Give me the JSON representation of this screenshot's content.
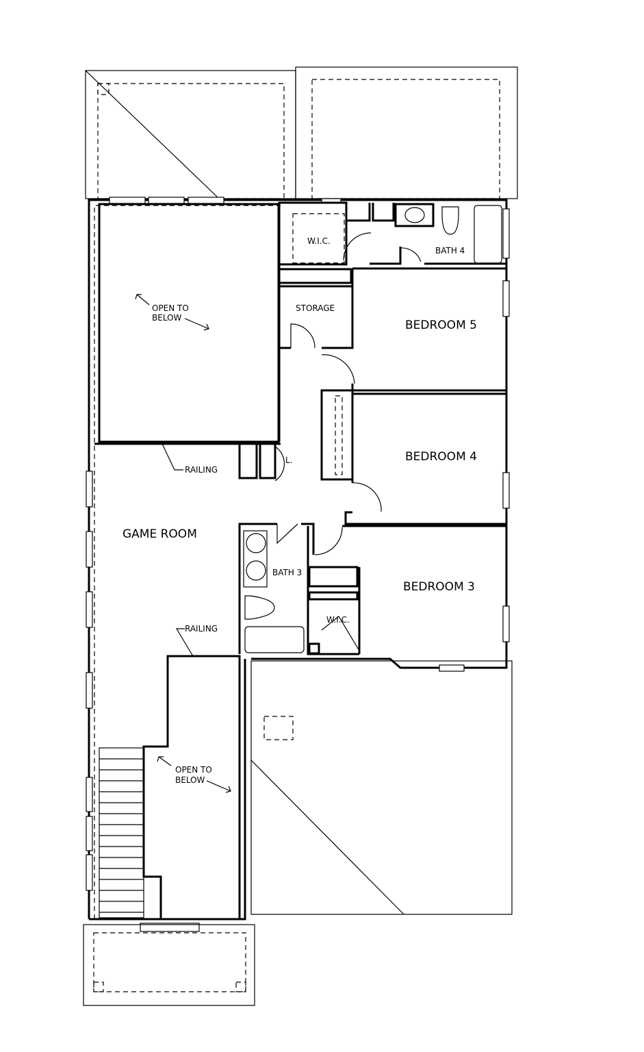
{
  "plan": {
    "rooms": {
      "open_to_below_top": [
        "OPEN TO",
        "BELOW"
      ],
      "railing_1": "RAILING",
      "railing_2": "RAILING",
      "game_room": "GAME ROOM",
      "storage": "STORAGE",
      "wic_top": "W.I.C.",
      "bath_4": "BATH 4",
      "bedroom_5": "BEDROOM 5",
      "bedroom_4": "BEDROOM 4",
      "bedroom_3": "BEDROOM 3",
      "bath_3": "BATH 3",
      "wic_bottom": "W.I.C.",
      "linen": "L.",
      "open_to_below_bottom": [
        "OPEN TO",
        "BELOW"
      ]
    },
    "colors": {
      "line": "#000000",
      "background": "#ffffff"
    }
  }
}
